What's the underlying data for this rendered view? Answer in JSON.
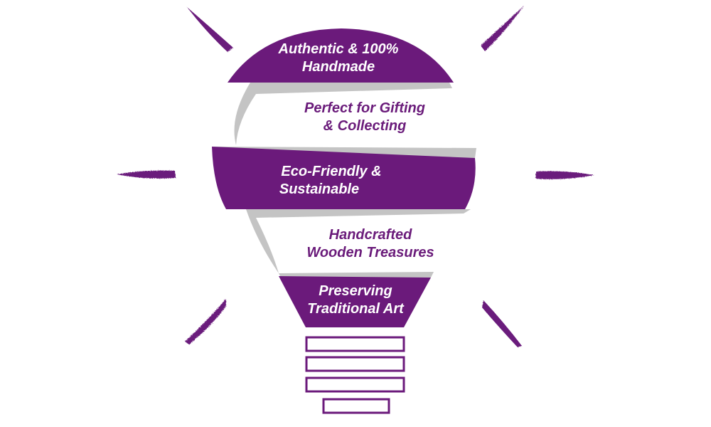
{
  "colors": {
    "purple": "#6b1a7b",
    "gray": "#c4c4c4",
    "white": "#ffffff"
  },
  "bulb": {
    "segments": [
      {
        "lines": [
          "Authentic & 100%",
          "Handmade"
        ],
        "style": "purple"
      },
      {
        "lines": [
          "Perfect for Gifting",
          "& Collecting"
        ],
        "style": "white"
      },
      {
        "lines": [
          "Eco-Friendly &",
          "Sustainable"
        ],
        "style": "purple"
      },
      {
        "lines": [
          "Handcrafted",
          "Wooden Treasures"
        ],
        "style": "white"
      },
      {
        "lines": [
          "Preserving",
          "Traditional Art"
        ],
        "style": "purple"
      }
    ],
    "base_bars": 4,
    "rays": 6
  }
}
